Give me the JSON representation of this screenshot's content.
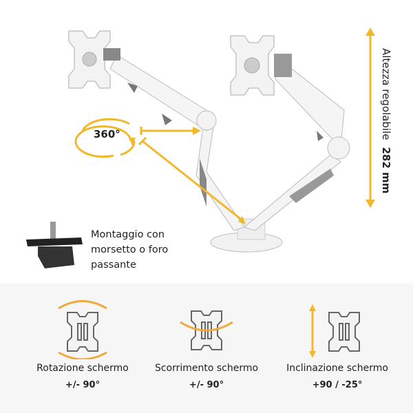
{
  "hero": {
    "height_label": "Altezza regolabile",
    "height_value": "282 mm",
    "rotation_label": "360°",
    "mount_text": "Montaggio con morsetto o foro passante"
  },
  "features": [
    {
      "label": "Rotazione schermo",
      "value": "+/- 90°",
      "icon": "rotation-icon"
    },
    {
      "label": "Scorrimento schermo",
      "value": "+/- 90°",
      "icon": "swivel-icon"
    },
    {
      "label": "Inclinazione schermo",
      "value": "+90 / -25°",
      "icon": "tilt-icon"
    }
  ],
  "colors": {
    "accent": "#f2b72a",
    "arrow_orange": "#f0aa3c",
    "panel_bg": "#f6f6f6"
  }
}
